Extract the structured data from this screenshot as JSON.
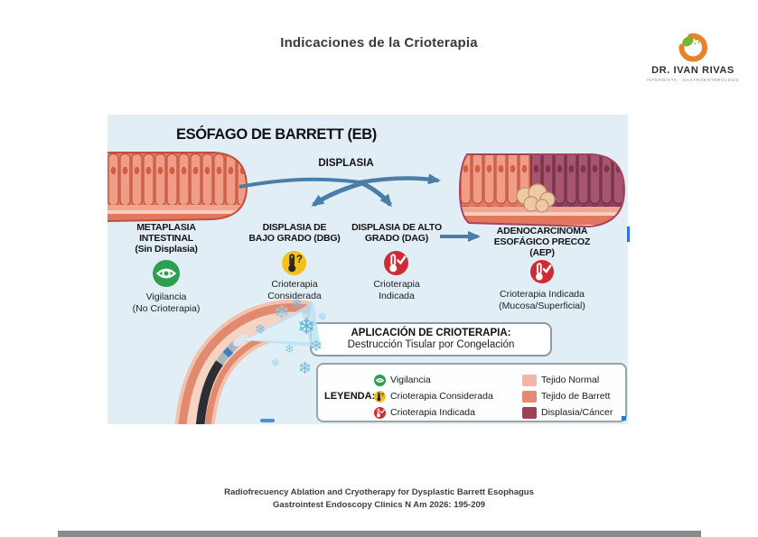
{
  "header": {
    "title": "Indicaciones de la Crioterapia"
  },
  "logo": {
    "name": "DR. IVAN RIVAS",
    "tagline": "INTERNISTA · GASTROENTERÓLOGO"
  },
  "infographic": {
    "title": "ESÓFAGO DE BARRETT (EB)",
    "dysplasia_label": "DISPLASIA",
    "columns": [
      {
        "heading": "METAPLASIA\nINTESTINAL\n(Sin Displasia)",
        "icon": "eye-icon",
        "action": "Vigilancia\n(No Crioterapia)"
      },
      {
        "heading": "DISPLASIA DE\nBAJO GRADO (DBG)",
        "icon": "thermometer-question-icon",
        "action": "Crioterapia\nConsiderada"
      },
      {
        "heading": "DISPLASIA DE ALTO\nGRADO (DAG)",
        "icon": "thermometer-check-icon",
        "action": "Crioterapia\nIndicada"
      },
      {
        "heading": "ADENOCARCINOMA\nESOFÁGICO PRECOZ\n(AEP)",
        "icon": "thermometer-check-icon",
        "action": "Crioterapia Indicada\n(Mucosa/Superficial)"
      }
    ],
    "callout": {
      "title": "APLICACIÓN DE CRIOTERAPIA:",
      "subtitle": "Destrucción Tisular por Congelación"
    },
    "legend": {
      "label": "LEYENDA:",
      "icon_items": [
        {
          "icon": "eye-icon",
          "label": "Vigilancia",
          "color": "#2e9e50"
        },
        {
          "icon": "thermometer-question-icon",
          "label": "Crioterapia Considerada",
          "color": "#f3c218"
        },
        {
          "icon": "thermometer-check-icon",
          "label": "Crioterapia Indicada",
          "color": "#ce2b35"
        }
      ],
      "swatch_items": [
        {
          "label": "Tejido Normal",
          "color": "#f5b5a6"
        },
        {
          "label": "Tejido de Barrett",
          "color": "#e58a71"
        },
        {
          "label": "Displasia/Cáncer",
          "color": "#9e4058"
        }
      ]
    },
    "icons": {
      "question_mark": "?"
    },
    "colors": {
      "background": "#e2eef6",
      "arrow": "#4a7da7"
    }
  },
  "footer": {
    "line1": "Radiofrecuency Ablation and Cryotherapy for Dysplastic Barrett Esophagus",
    "line2": "Gastrointest Endoscopy Clinics N Am 2026: 195-209"
  }
}
